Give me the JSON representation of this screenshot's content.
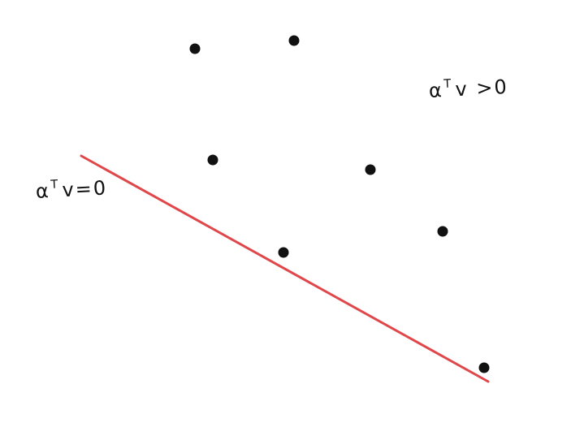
{
  "labels": {
    "positive_side": {
      "a": "α",
      "sup": "T",
      "rest": "v >0"
    },
    "boundary": {
      "a": "α",
      "sup": "T",
      "rest": "v=0"
    }
  },
  "boundary_line": {
    "color": "#e0474a"
  },
  "points": {
    "count": 7,
    "color": "#111111"
  }
}
